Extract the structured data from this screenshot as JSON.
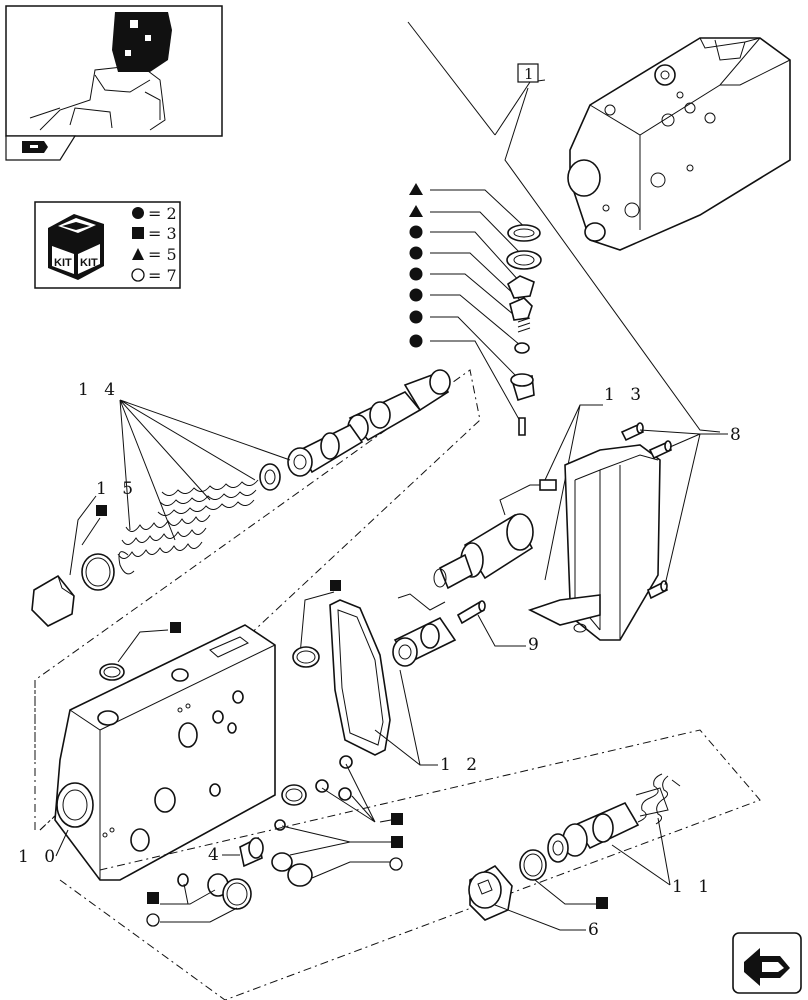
{
  "legend": {
    "kit_text": "KIT",
    "items": [
      {
        "symbol": "filled-circle",
        "text": "= 2"
      },
      {
        "symbol": "filled-square",
        "text": "= 3"
      },
      {
        "symbol": "filled-triangle",
        "text": "= 5"
      },
      {
        "symbol": "open-circle",
        "text": "= 7"
      }
    ]
  },
  "reference_box": "1",
  "callouts": {
    "c4": "4",
    "c6": "6",
    "c8": "8",
    "c9": "9",
    "c10": "1 0",
    "c11": "1 1",
    "c12": "1 2",
    "c13": "1 3",
    "c14": "1 4",
    "c15": "1 5"
  },
  "icons": {
    "thumbnail": "assembly-locator-thumbnail",
    "thumbnail_tab": "book-arrow-icon",
    "nav": "previous-next-arrow-icon"
  }
}
